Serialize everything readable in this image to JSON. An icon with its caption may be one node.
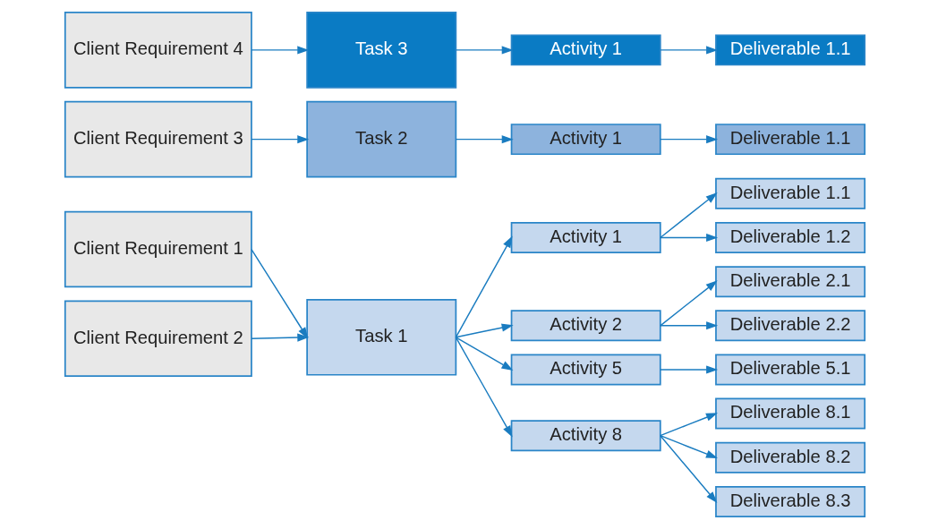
{
  "diagram": {
    "nodes": [
      {
        "text": [
          "Client Requirement 1"
        ]
      },
      {
        "text": [
          "Client Requirement 2"
        ]
      },
      {
        "text": [
          "Task 1"
        ]
      },
      {
        "text": [
          "Activity 1"
        ]
      },
      {
        "text": [
          "Activity 2"
        ]
      },
      {
        "text": [
          "Activity 5"
        ]
      },
      {
        "text": [
          "Activity 8"
        ]
      },
      {
        "text": [
          "Deliverable 1.1"
        ]
      },
      {
        "text": [
          "Deliverable 1.2"
        ]
      },
      {
        "text": [
          "Deliverable 2.1"
        ]
      },
      {
        "text": [
          "Deliverable 2.2"
        ]
      },
      {
        "text": [
          "Deliverable 5.1"
        ]
      },
      {
        "text": [
          "Deliverable 8.1"
        ]
      },
      {
        "text": [
          "Deliverable 8.2"
        ]
      },
      {
        "text": [
          "Deliverable 8.3"
        ]
      },
      {
        "text": [
          "Client Requirement 3"
        ]
      },
      {
        "text": [
          "Task 2"
        ]
      },
      {
        "text": [
          "Activity 1"
        ]
      },
      {
        "text": [
          "Deliverable 1.1"
        ]
      },
      {
        "text": [
          "Client Requirement 4"
        ]
      },
      {
        "text": [
          "Task 3"
        ]
      },
      {
        "text": [
          "Activity 1"
        ]
      },
      {
        "text": [
          "Deliverable 1.1"
        ]
      }
    ],
    "edges": [
      {
        "from": 0,
        "to": 2,
        "arrow": "to"
      },
      {
        "from": 1,
        "to": 2,
        "arrow": "to"
      },
      {
        "from": 2,
        "to": 3,
        "arrow": "to"
      },
      {
        "from": 2,
        "to": 4,
        "arrow": "to"
      },
      {
        "from": 2,
        "to": 5,
        "arrow": "to"
      },
      {
        "from": 2,
        "to": 6,
        "arrow": "to"
      },
      {
        "from": 3,
        "to": 7,
        "arrow": "to"
      },
      {
        "from": 3,
        "to": 8,
        "arrow": "to"
      },
      {
        "from": 4,
        "to": 9,
        "arrow": "to"
      },
      {
        "from": 4,
        "to": 10,
        "arrow": "to"
      },
      {
        "from": 5,
        "to": 11,
        "arrow": "to"
      },
      {
        "from": 6,
        "to": 12,
        "arrow": "to"
      },
      {
        "from": 6,
        "to": 13,
        "arrow": "to"
      },
      {
        "from": 6,
        "to": 14,
        "arrow": "to"
      },
      {
        "from": 15,
        "to": 16,
        "arrow": "to"
      },
      {
        "from": 16,
        "to": 17,
        "arrow": "to"
      },
      {
        "from": 17,
        "to": 18,
        "arrow": "to"
      },
      {
        "from": 19,
        "to": 20,
        "arrow": "to"
      },
      {
        "from": 20,
        "to": 21,
        "arrow": "to"
      },
      {
        "from": 21,
        "to": 22,
        "arrow": "to"
      }
    ]
  }
}
